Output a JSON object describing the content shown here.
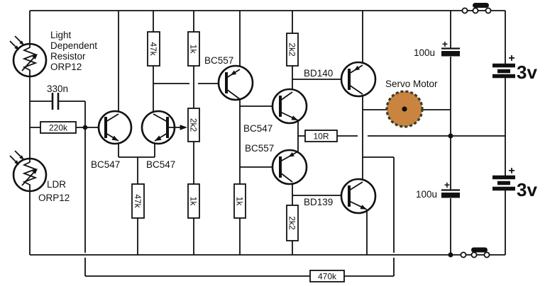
{
  "colors": {
    "wire": "#111111",
    "motor_fill": "#c9843f",
    "motor_edge": "#3a3a2a"
  },
  "ldr1": {
    "line1": "Light",
    "line2": "Dependent",
    "line3": "Resistor",
    "line4": "ORP12"
  },
  "ldr2": {
    "line1": "LDR",
    "line2": "ORP12"
  },
  "capacitors": {
    "c330n": "330n",
    "c100u_top": "100u",
    "c100u_bot": "100u",
    "polarity": "+"
  },
  "resistors": {
    "r220k": "220k",
    "r47k_top": "47k",
    "r1k_top": "1k",
    "r2k2_mid": "2k2",
    "r47k_bot": "47k",
    "r1k_bot1": "1k",
    "r1k_bot2": "1k",
    "r2k2_top": "2k2",
    "r2k2_bot": "2k2",
    "r10r": "10R",
    "r470k": "470k"
  },
  "transistors": {
    "q1": "BC547",
    "q2": "BC547",
    "q3": "BC557",
    "q4": "BC547",
    "q5": "BC557",
    "q6": "BD140",
    "q7": "BD139"
  },
  "motor": {
    "label": "Servo Motor"
  },
  "batteries": {
    "b1": "3v",
    "b2": "3v",
    "polarity": "+"
  }
}
